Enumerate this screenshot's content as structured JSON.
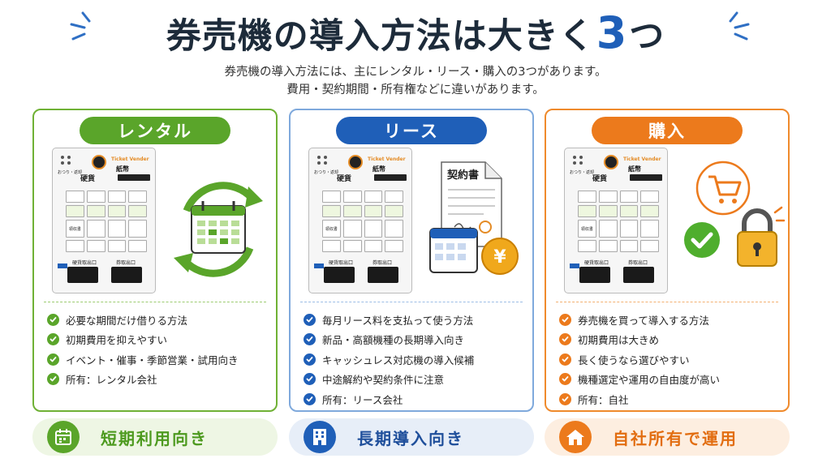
{
  "header": {
    "title_main": "券売機の導入方法は大きく",
    "title_num": "3",
    "title_end": "つ",
    "subtitle_line1": "券売機の導入方法には、主にレンタル・リース・購入の3つがあります。",
    "subtitle_line2": "費用・契約期間・所有権などに違いがあります。"
  },
  "machine_text": {
    "brand": "Ticket Vender",
    "note": "紙幣",
    "coin": "硬貨",
    "change": "おつり・返却",
    "ret": "硬貨取出口",
    "ticket": "券取出口",
    "btn": "領収書"
  },
  "cards": [
    {
      "label": "レンタル",
      "items": [
        "必要な期間だけ借りる方法",
        "初期費用を抑えやすい",
        "イベント・催事・季節営業・試用向き",
        "所有：レンタル会社"
      ],
      "bottom": "短期利用向き",
      "bottom_icon": "calendar-icon"
    },
    {
      "label": "リース",
      "doc_label": "契約書",
      "yen": "¥",
      "items": [
        "毎月リース料を支払って使う方法",
        "新品・高額機種の長期導入向き",
        "キャッシュレス対応機の導入候補",
        "中途解約や契約条件に注意",
        "所有：リース会社"
      ],
      "bottom": "長期導入向き",
      "bottom_icon": "building-icon"
    },
    {
      "label": "購入",
      "items": [
        "券売機を買って導入する方法",
        "初期費用は大きめ",
        "長く使うなら選びやすい",
        "機種選定や運用の自由度が高い",
        "所有：自社"
      ],
      "bottom": "自社所有で運用",
      "bottom_icon": "house-icon"
    }
  ],
  "colors": {
    "green": "#5aa52a",
    "blue": "#1f5fb8",
    "orange": "#ec7a1c",
    "title": "#1d2b3a"
  }
}
